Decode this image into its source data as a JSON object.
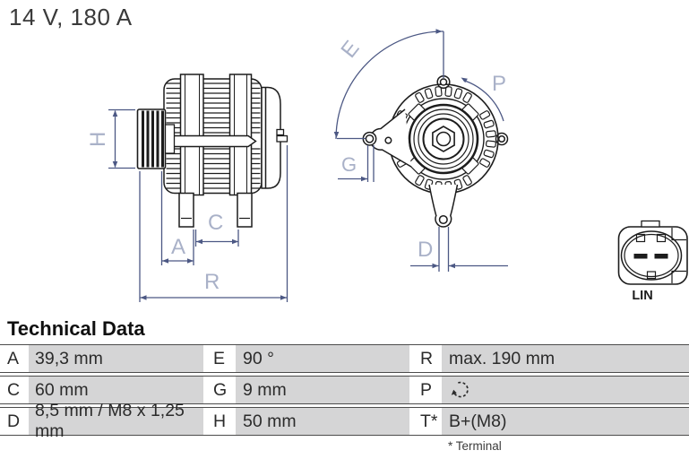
{
  "header": {
    "title": "14 V, 180 A"
  },
  "diagram": {
    "side_view_labels": {
      "H": "H",
      "A": "A",
      "C": "C",
      "R": "R"
    },
    "front_view_labels": {
      "E": "E",
      "G": "G",
      "P": "P",
      "D": "D"
    },
    "connector": {
      "label": "LIN"
    },
    "colors": {
      "drawing": "#1c1c1c",
      "dimension_line": "#4c5884",
      "dimension_label": "#a9b1c8"
    }
  },
  "table": {
    "title": "Technical Data",
    "rows": [
      [
        {
          "label": "A",
          "value": "39,3 mm"
        },
        {
          "label": "E",
          "value": "90 °"
        },
        {
          "label": "R",
          "value": "max. 190 mm"
        }
      ],
      [
        {
          "label": "C",
          "value": "60 mm"
        },
        {
          "label": "G",
          "value": "9 mm"
        },
        {
          "label": "P",
          "value": ""
        }
      ],
      [
        {
          "label": "D",
          "value": "8,5 mm / M8 x 1,25 mm"
        },
        {
          "label": "H",
          "value": "50 mm"
        },
        {
          "label": "T*",
          "value": "B+(M8)"
        }
      ]
    ],
    "row2_value3_icon": "rotation-direction-icon",
    "footnote": "* Terminal",
    "value_cell_bg": "#d5d5d6"
  }
}
